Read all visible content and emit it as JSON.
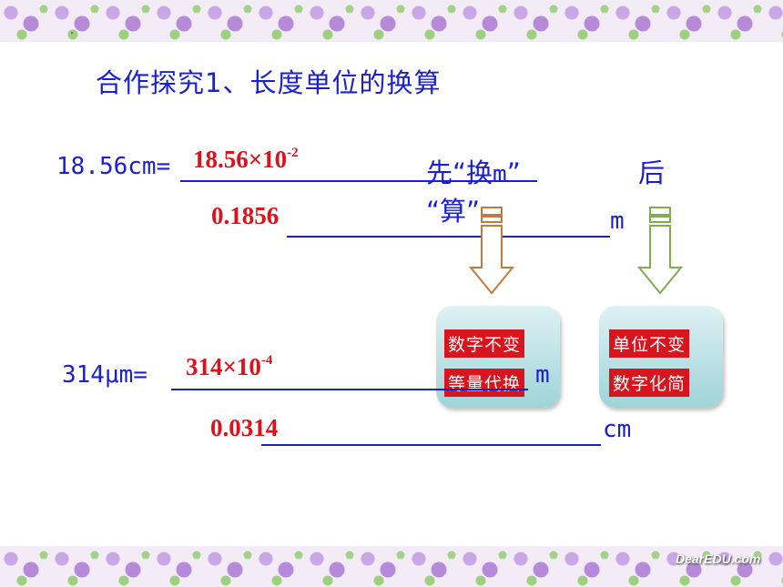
{
  "title": "合作探究1、长度单位的换算",
  "row1": {
    "lhs": "18.56cm=",
    "answer_base": "18.56×10",
    "answer_exp": "-2",
    "note_part1": "先“换",
    "unit": "m",
    "note_part2": "”",
    "note_line2": "“算”",
    "after": "后"
  },
  "row2": {
    "answer": "0.1856",
    "unit": "m"
  },
  "row3": {
    "lhs": "314μm=",
    "answer_base": "314×10",
    "answer_exp": "-4",
    "unit": "m"
  },
  "row4": {
    "answer": "0.0314",
    "unit": "cm"
  },
  "box_left": {
    "line1": "数字不变",
    "line2": "等量代换"
  },
  "box_right": {
    "line1": "单位不变",
    "line2": "数字化简"
  },
  "watermark": "DearEDU.com",
  "colors": {
    "text": "#1a20d0",
    "answer": "#e0101a",
    "tag": "#d8151e",
    "box": "#9fd3d8"
  }
}
